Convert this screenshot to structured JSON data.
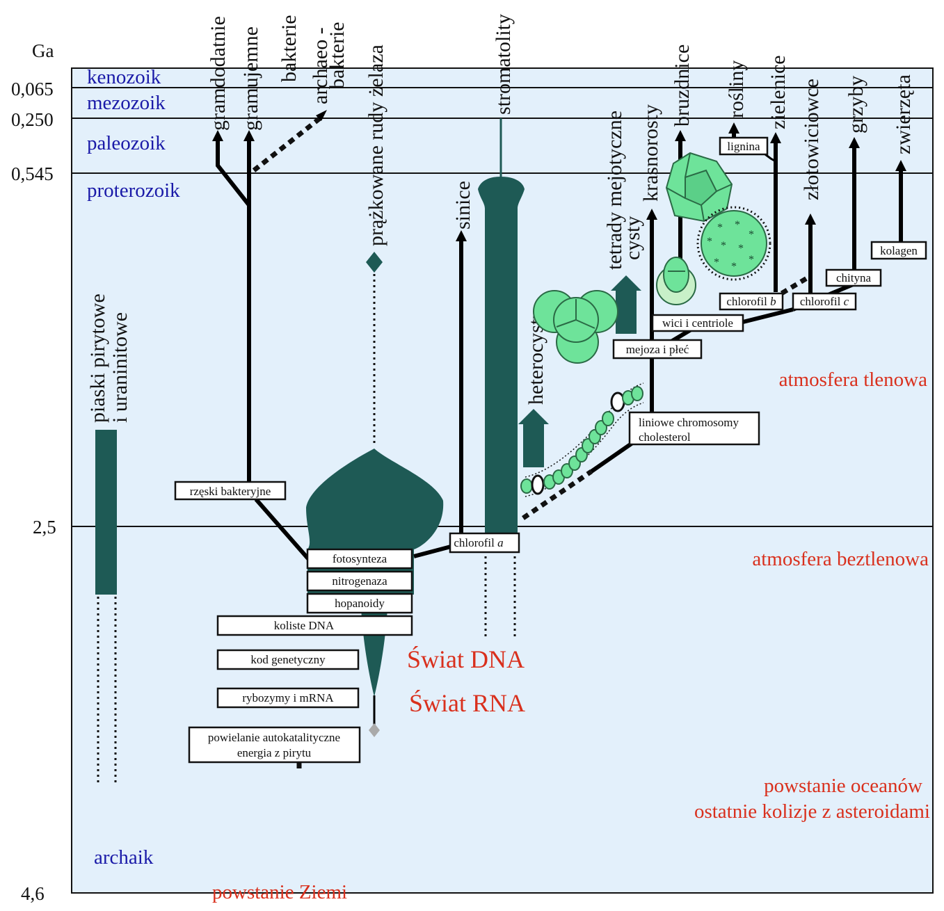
{
  "time_axis": {
    "unit": "Ga",
    "ticks": [
      "0,065",
      "0,250",
      "0,545",
      "2,5",
      "4,6"
    ]
  },
  "eras": [
    "kenozoik",
    "mezozoik",
    "paleozoik",
    "proterozoik",
    "archaik"
  ],
  "branch_labels": {
    "gramdodatnie": "gramdodatnie",
    "gramujemne": "gramujemne",
    "bakterie": "bakterie",
    "archaeo": "archaeo -",
    "archaeo2": "bakterie",
    "rudy": "prążkowane rudy żelaza",
    "stromatolity": "stromatolity",
    "sinice": "sinice",
    "tetrady": "tetrady mejotyczne",
    "cysty": "cysty",
    "krasnorosty": "krasnorosty",
    "bruzdnice": "bruzdnice",
    "rosliny": "rośliny",
    "zielenice": "zielenice",
    "zlotowiciowce": "złotowiciowce",
    "grzyby": "grzyby",
    "zwierzeta": "zwierzęta",
    "heterocysty": "heterocysty",
    "piaski1": "piaski pirytowe",
    "piaski2": "i uraninitowe"
  },
  "boxes": {
    "rzeski": "rzęski bakteryjne",
    "fotosynteza": "fotosynteza",
    "nitrogenaza": "nitrogenaza",
    "hopanoidy": "hopanoidy",
    "koliste": "koliste DNA",
    "kod": "kod genetyczny",
    "rybozymy": "rybozymy i mRNA",
    "powielanie1": "powielanie autokatalityczne",
    "powielanie2": "energia z pirytu",
    "chlorofil_a": "chlorofil",
    "chlorofil_a_it": "a",
    "liniowe1": "liniowe chromosomy",
    "liniowe2": "cholesterol",
    "mejoza": "mejoza i płeć",
    "wici": "wici i centriole",
    "chlorofil_b": "chlorofil",
    "chlorofil_b_it": "b",
    "chlorofil_c": "chlorofil",
    "chlorofil_c_it": "c",
    "chityna": "chityna",
    "kolagen": "kolagen",
    "lignina": "lignina"
  },
  "annotations": {
    "tlenowa": "atmosfera tlenowa",
    "beztlenowa": "atmosfera beztlenowa",
    "swiat_dna": "Świat DNA",
    "swiat_rna": "Świat RNA",
    "oceany": "powstanie oceanów",
    "kolizje": "ostatnie kolizje z asteroidami",
    "ziemia": "powstanie Ziemi"
  },
  "colors": {
    "panel": "#e3f0fb",
    "trunk": "#1e5a55",
    "era_text": "#1a1aa8",
    "note_text": "#d9301d",
    "cells": "#6ee39a"
  }
}
